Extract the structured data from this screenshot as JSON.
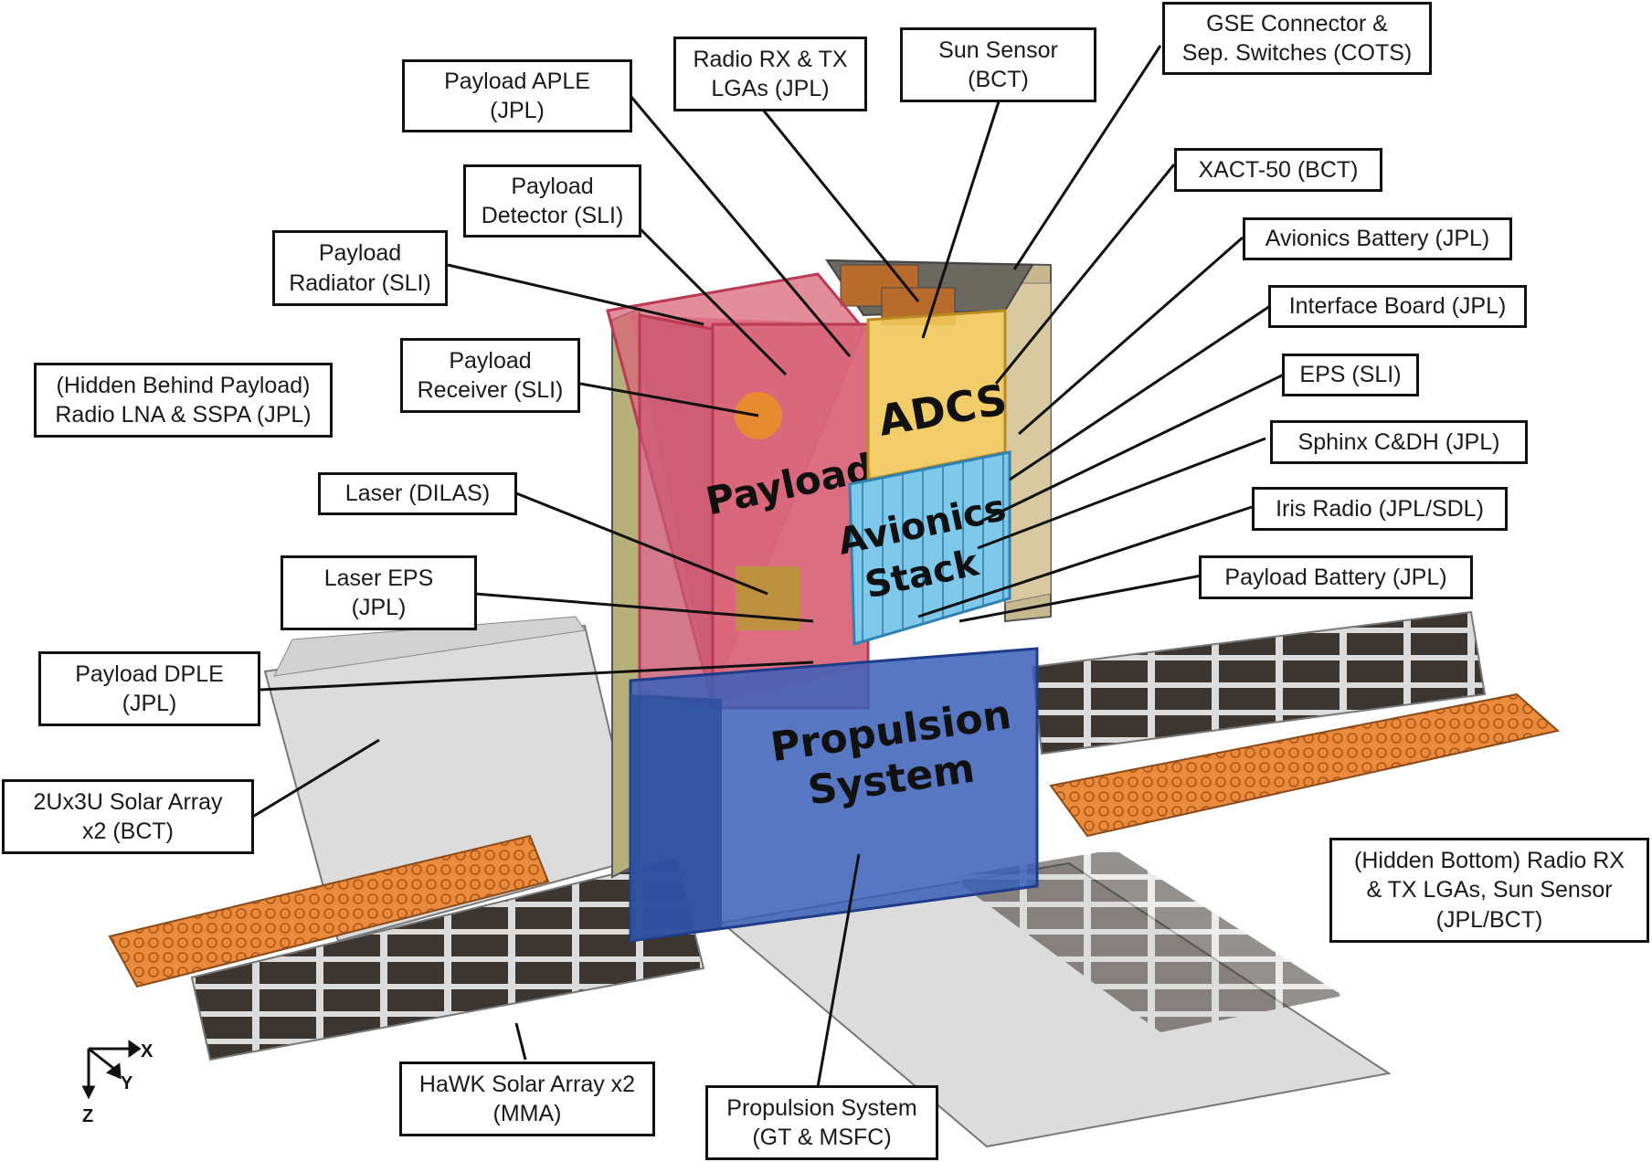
{
  "colors": {
    "payload": "#d9667a",
    "adcs": "#f2c65a",
    "avionics": "#7ec8ec",
    "propulsion": "#3a5fb8",
    "solar_panel": "#dcdcdc",
    "solar_cell_orange": "#ec8a3c",
    "solar_cell_dark": "#3d3530",
    "frame": "#b7b07a"
  },
  "modules": {
    "payload": "Payload",
    "adcs": "ADCS",
    "avionics_line1": "Avionics",
    "avionics_line2": "Stack",
    "propulsion_line1": "Propulsion",
    "propulsion_line2": "System"
  },
  "callouts": [
    {
      "id": "payload-aple",
      "lines": [
        "Payload APLE",
        "(JPL)"
      ]
    },
    {
      "id": "radio-rx-tx-lgas",
      "lines": [
        "Radio RX & TX",
        "LGAs (JPL)"
      ]
    },
    {
      "id": "sun-sensor",
      "lines": [
        "Sun Sensor",
        "(BCT)"
      ]
    },
    {
      "id": "gse-connector",
      "lines": [
        "GSE Connector &",
        "Sep. Switches (COTS)"
      ]
    },
    {
      "id": "payload-detector",
      "lines": [
        "Payload",
        "Detector (SLI)"
      ]
    },
    {
      "id": "xact-50",
      "lines": [
        "XACT-50 (BCT)"
      ]
    },
    {
      "id": "payload-radiator",
      "lines": [
        "Payload",
        "Radiator (SLI)"
      ]
    },
    {
      "id": "avionics-battery",
      "lines": [
        "Avionics Battery (JPL)"
      ]
    },
    {
      "id": "interface-board",
      "lines": [
        "Interface Board (JPL)"
      ]
    },
    {
      "id": "payload-receiver",
      "lines": [
        "Payload",
        "Receiver (SLI)"
      ]
    },
    {
      "id": "hidden-radio-lna",
      "lines": [
        "(Hidden Behind Payload)",
        "Radio LNA & SSPA (JPL)"
      ]
    },
    {
      "id": "eps-sli",
      "lines": [
        "EPS (SLI)"
      ]
    },
    {
      "id": "sphinx-cdh",
      "lines": [
        "Sphinx C&DH (JPL)"
      ]
    },
    {
      "id": "laser-dilas",
      "lines": [
        "Laser (DILAS)"
      ]
    },
    {
      "id": "iris-radio",
      "lines": [
        "Iris Radio (JPL/SDL)"
      ]
    },
    {
      "id": "laser-eps",
      "lines": [
        "Laser EPS",
        "(JPL)"
      ]
    },
    {
      "id": "payload-battery",
      "lines": [
        "Payload Battery (JPL)"
      ]
    },
    {
      "id": "payload-dple",
      "lines": [
        "Payload DPLE",
        "(JPL)"
      ]
    },
    {
      "id": "solar-array-2ux3u",
      "lines": [
        "2Ux3U Solar Array",
        "x2 (BCT)"
      ]
    },
    {
      "id": "hidden-bottom-radio",
      "lines": [
        "(Hidden Bottom) Radio RX",
        "& TX LGAs, Sun Sensor",
        "(JPL/BCT)"
      ]
    },
    {
      "id": "hawk-solar-array",
      "lines": [
        "HaWK Solar Array x2",
        "(MMA)"
      ]
    },
    {
      "id": "propulsion-system",
      "lines": [
        "Propulsion System",
        "(GT & MSFC)"
      ]
    }
  ],
  "axes": {
    "x": "X",
    "y": "Y",
    "z": "Z"
  }
}
